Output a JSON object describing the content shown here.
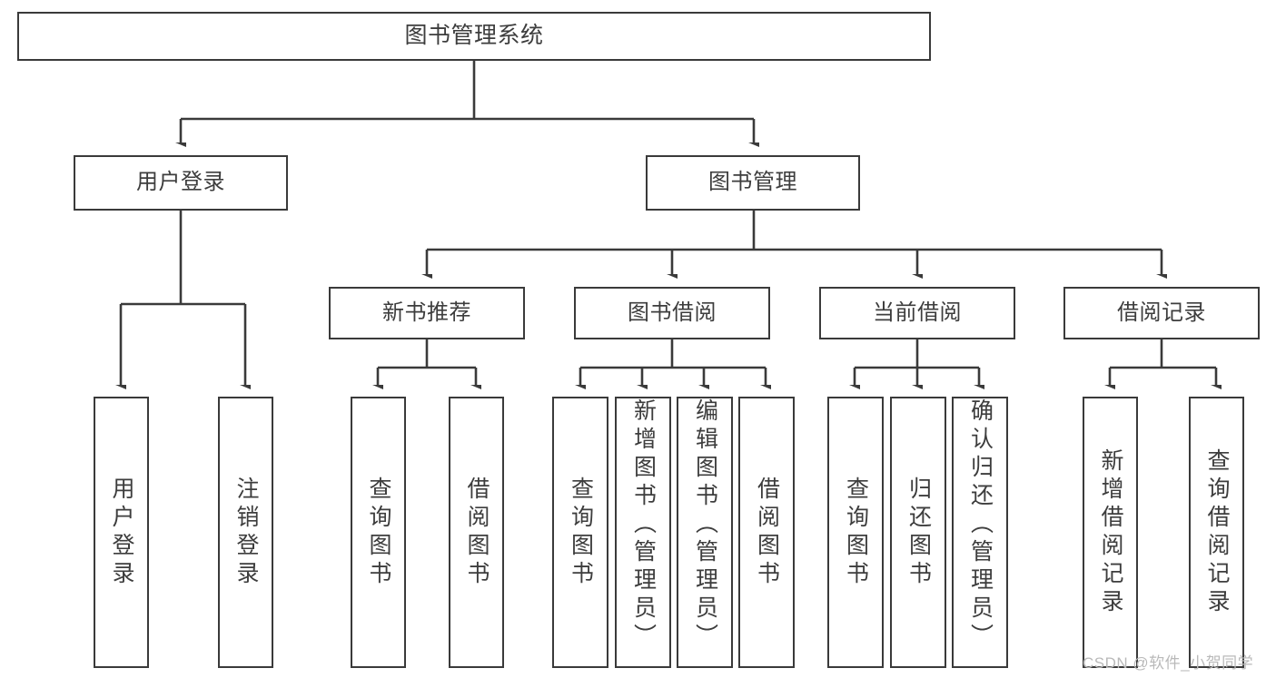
{
  "diagram": {
    "title": "图书管理系统",
    "type": "tree-hierarchy",
    "root": {
      "label": "图书管理系统"
    },
    "level2": [
      {
        "label": "用户登录"
      },
      {
        "label": "图书管理"
      }
    ],
    "level3": [
      {
        "label": "新书推荐"
      },
      {
        "label": "图书借阅"
      },
      {
        "label": "当前借阅"
      },
      {
        "label": "借阅记录"
      }
    ],
    "leaves": {
      "user_login": [
        {
          "label": "用户登录"
        },
        {
          "label": "注销登录"
        }
      ],
      "new_book_recommend": [
        {
          "label": "查询图书"
        },
        {
          "label": "借阅图书"
        }
      ],
      "book_borrow": [
        {
          "label": "查询图书"
        },
        {
          "label": "新增图书（管理员）"
        },
        {
          "label": "编辑图书（管理员）"
        },
        {
          "label": "借阅图书"
        }
      ],
      "current_borrow": [
        {
          "label": "查询图书"
        },
        {
          "label": "归还图书"
        },
        {
          "label": "确认归还（管理员）"
        }
      ],
      "borrow_record": [
        {
          "label": "新增借阅记录"
        },
        {
          "label": "查询借阅记录"
        }
      ]
    }
  },
  "watermark": {
    "text": "CSDN @软件_小贺同学"
  },
  "colors": {
    "border": "#3a3a3a",
    "text": "#3d3d3d",
    "background": "#ffffff",
    "watermark": "#b9b9b9"
  }
}
